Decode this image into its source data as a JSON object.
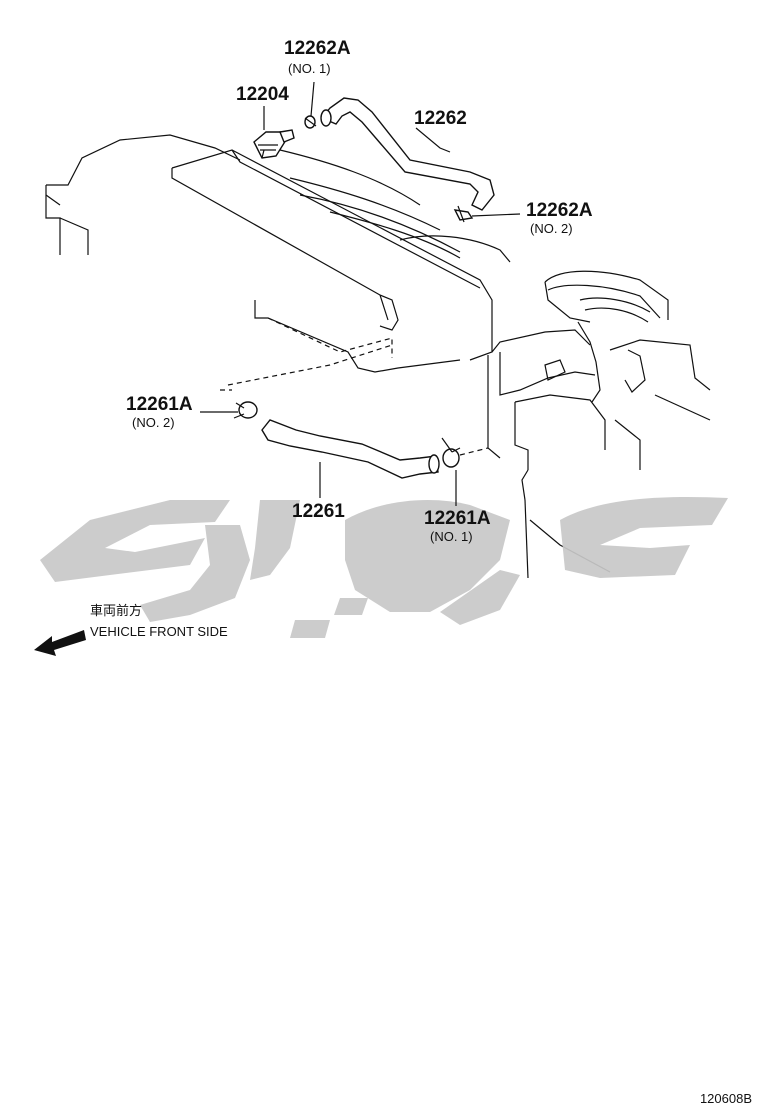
{
  "callouts": [
    {
      "id": "12262A_no1",
      "number": "12262A",
      "sub": "(NO. 1)"
    },
    {
      "id": "12204",
      "number": "12204",
      "sub": ""
    },
    {
      "id": "12262",
      "number": "12262",
      "sub": ""
    },
    {
      "id": "12262A_no2",
      "number": "12262A",
      "sub": "(NO. 2)"
    },
    {
      "id": "12261A_no2",
      "number": "12261A",
      "sub": "(NO. 2)"
    },
    {
      "id": "12261",
      "number": "12261",
      "sub": ""
    },
    {
      "id": "12261A_no1",
      "number": "12261A",
      "sub": "(NO. 1)"
    }
  ],
  "direction": {
    "jp_label": "車両前方",
    "en_label": "VEHICLE FRONT SIDE"
  },
  "figure_number": "120608B",
  "watermark": {
    "color": "#c8c8c8",
    "kind": "arabic-logo-watermark"
  },
  "colors": {
    "line": "#111111",
    "background": "#ffffff"
  }
}
